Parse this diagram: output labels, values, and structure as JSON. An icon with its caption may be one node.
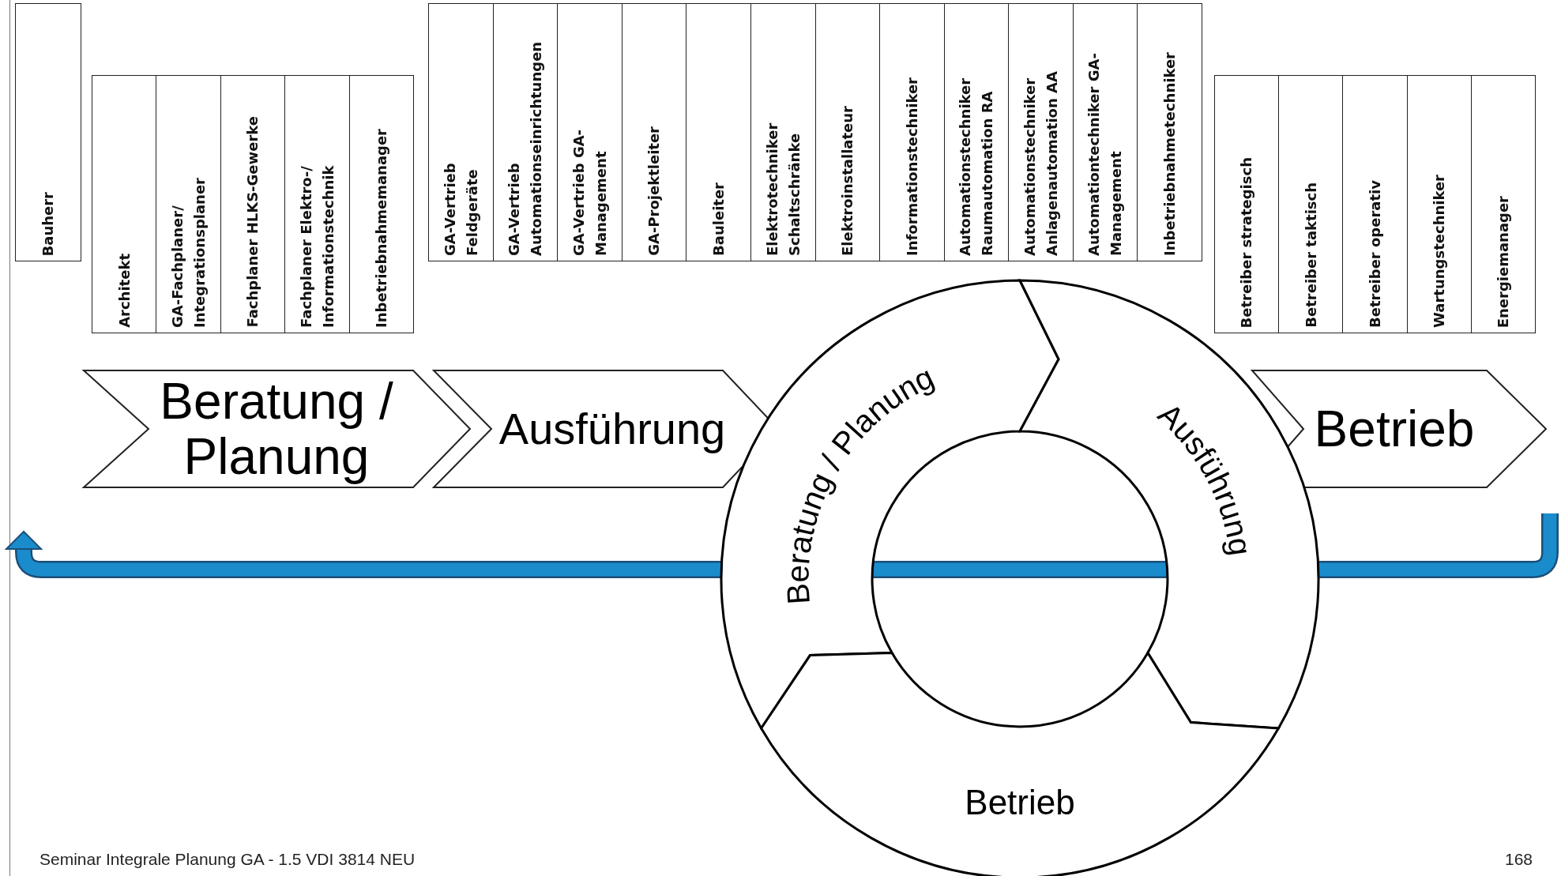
{
  "diagram": {
    "nodes": [
      {
        "text": [
          "Bauherr"
        ]
      },
      {
        "text": [
          "Architekt"
        ]
      },
      {
        "text": [
          "GA-Fachplaner/ Integrationsplaner"
        ]
      },
      {
        "text": [
          "Fachplaner HLKS-Gewerke"
        ]
      },
      {
        "text": [
          "Fachplaner Elektro-/ Informationstechnik"
        ]
      },
      {
        "text": [
          "Inbetriebnahmemanager"
        ]
      },
      {
        "text": [
          "GA-Vertrieb Feldgeräte"
        ]
      },
      {
        "text": [
          "GA-Vertrieb Automationseinrichtungen"
        ]
      },
      {
        "text": [
          "GA-Vertrieb GA-Management"
        ]
      },
      {
        "text": [
          "GA-Projektleiter"
        ]
      },
      {
        "text": [
          "Bauleiter"
        ]
      },
      {
        "text": [
          "Elektrotechniker Schaltschränke"
        ]
      },
      {
        "text": [
          "Elektroinstallateur"
        ]
      },
      {
        "text": [
          "Informationstechniker"
        ]
      },
      {
        "text": [
          "Automationstechniker Raumautomation RA"
        ]
      },
      {
        "text": [
          "Automationstechniker Anlagenautomation AA"
        ]
      },
      {
        "text": [
          "Automationtechniker GA-Management"
        ]
      },
      {
        "text": [
          "Inbetriebnahmetechniker"
        ]
      },
      {
        "text": [
          "Betreiber strategisch"
        ]
      },
      {
        "text": [
          "Betreiber taktisch"
        ]
      },
      {
        "text": [
          "Betreiber operativ"
        ]
      },
      {
        "text": [
          "Wartungstechniker"
        ]
      },
      {
        "text": [
          "Energiemanager"
        ]
      },
      {
        "text": [
          "Beratung / Planung"
        ]
      },
      {
        "text": [
          "Ausführung"
        ]
      },
      {
        "text": [
          "Betrieb"
        ]
      },
      {
        "text": [
          "Beratung / Planung"
        ]
      },
      {
        "text": [
          "Ausführung"
        ]
      },
      {
        "text": [
          "Betrieb"
        ]
      }
    ],
    "labels": [
      "Seminar Integrale Planung GA - 1.5 VDI 3814 NEU",
      "168"
    ]
  }
}
